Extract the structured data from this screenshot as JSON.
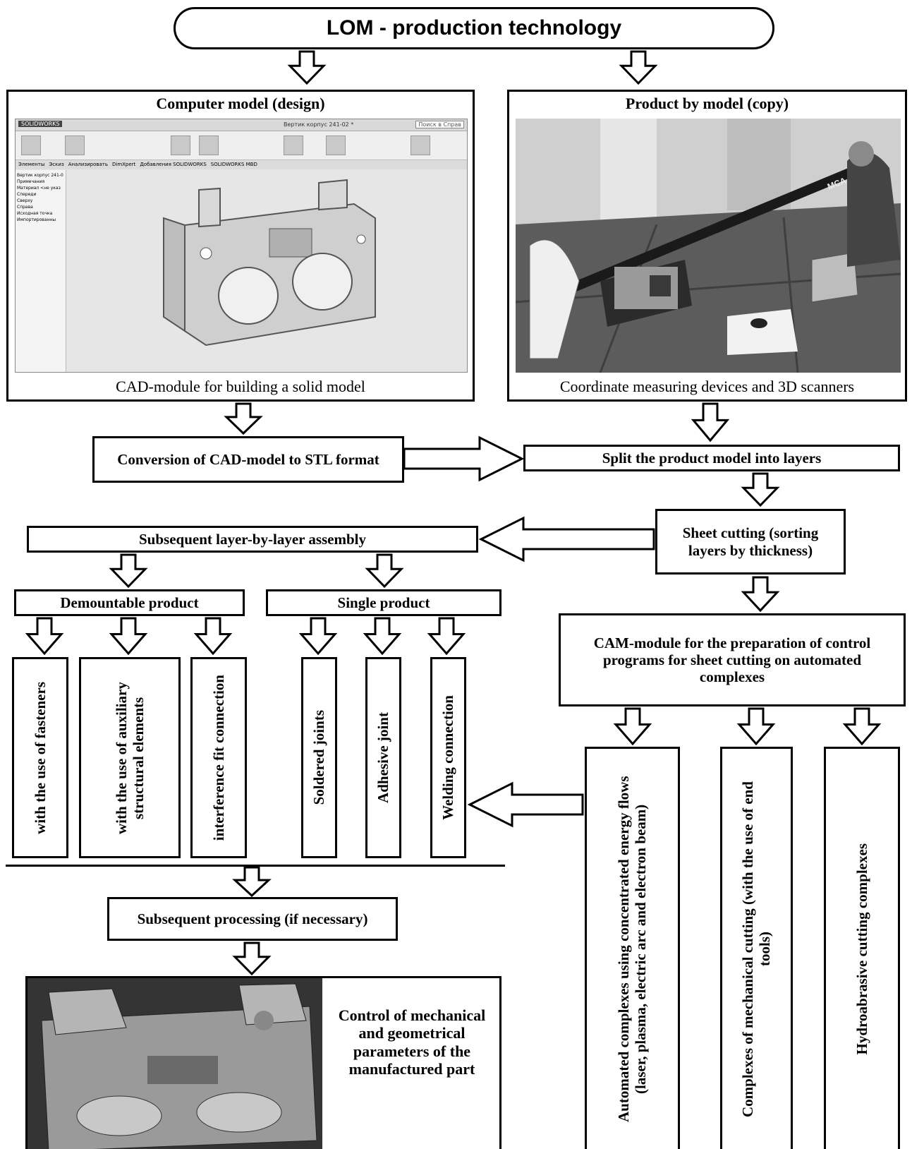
{
  "title": "LOM - production technology",
  "computer_model": {
    "heading": "Computer model (design)",
    "caption": "CAD-module for building a solid model",
    "cad_app": {
      "logo": "SOLIDWORKS",
      "doc_title": "Вертик корпус 241-02 *",
      "search": "Поиск в Справ",
      "ribbon_tabs": [
        "Элементы",
        "Эскиз",
        "Анализировать",
        "DimXpert",
        "Добавления SOLIDWORKS",
        "SOLIDWORKS MBD"
      ],
      "tree_items": [
        "Вертик корпус 241-0",
        "Примечания",
        "Материал <не указ",
        "Спереди",
        "Сверху",
        "Справа",
        "Исходная точка",
        "Импортированны"
      ],
      "accent_color": "#c7d2dc"
    }
  },
  "product_model": {
    "heading": "Product by model (copy)",
    "caption": "Coordinate measuring devices and 3D scanners",
    "arm_label": "MCA"
  },
  "conversion": "Conversion of CAD-model to STL format",
  "split": "Split the product model into layers",
  "sheet_cutting": "Sheet cutting (sorting layers by thickness)",
  "assembly": "Subsequent layer-by-layer assembly",
  "demountable": "Demountable product",
  "single": "Single product",
  "demountable_items": [
    "with the use of fasteners",
    "with the use of auxiliary structural elements",
    "interference fit connection"
  ],
  "single_items": [
    "Soldered joints",
    "Adhesive joint",
    "Welding connection"
  ],
  "cam": "CAM-module for the preparation of control programs for sheet cutting on automated complexes",
  "cam_items": [
    "Automated complexes using concentrated energy flows (laser, plasma, electric arc and electron beam)",
    "Complexes of mechanical cutting (with the use of end tools)",
    "Hydroabrasive cutting complexes"
  ],
  "processing": "Subsequent processing (if necessary)",
  "control": "Control of mechanical and geometrical parameters of the manufactured part"
}
